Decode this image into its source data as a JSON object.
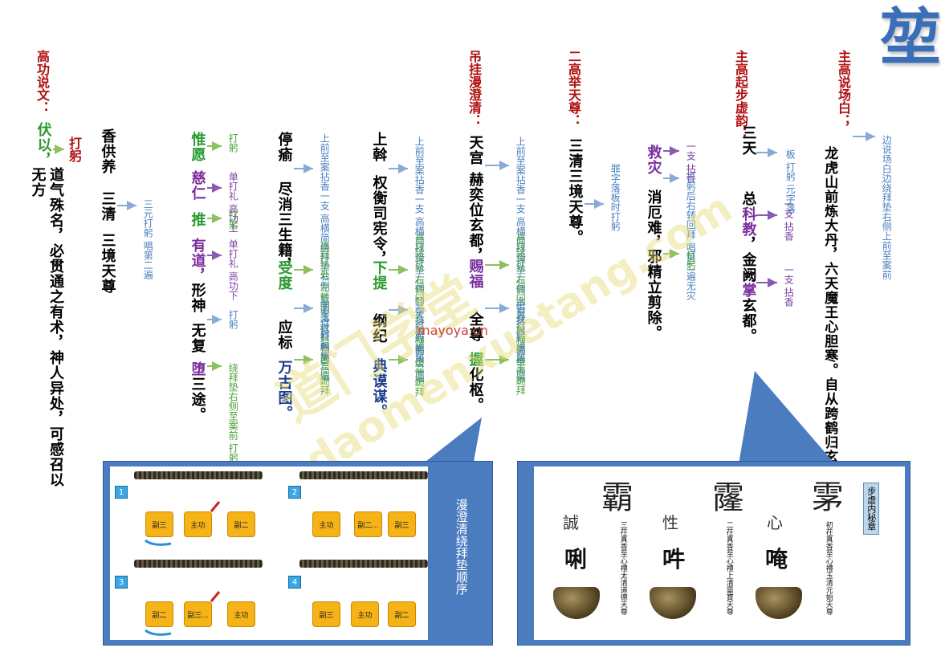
{
  "logo": {
    "char": "堃"
  },
  "col_main": {
    "title": "主高说场白；",
    "text": "龙虎山前炼大丹，六天魔王心胆寒。自从跨鹤归玄表，清风明月绕降坛。",
    "note": "边说场白边绕拜垫右侧上前至案前"
  },
  "col_buxu": {
    "title": "主高起步虚韵：",
    "l1a": "三天",
    "l1b": "一支 拈香",
    "l1c": "板 打躬 元字落",
    "l2a": "总科教，",
    "l2b": "一支 拈香",
    "l3": "金阙掌玄都。",
    "k_ke": "科",
    "k_jiao": "教",
    "k_zhang": "掌"
  },
  "col_gaoju": {
    "title": "二高举天尊：",
    "main": "三清三境天尊。",
    "note": "罪字落板时打躬",
    "l1": "救灾",
    "l2": "消厄难，",
    "l3": "邪精立剪除。",
    "n1": "一支 拈香",
    "n2": "打躬后右转回拜 唱第二遍无灾",
    "n3": "打躬"
  },
  "col_diaogua": {
    "title": "吊挂漫澄清：",
    "l1": "天宫",
    "l2": "赫奕位玄都，",
    "l3": "赐福",
    "l4": "全尊",
    "l5": "握化枢。",
    "n1": "上前至案拈香一支 高横简绕拜垫右侧 水宫落板打躬毕上",
    "n2": "高拜垫处 左转回三 打躬横简",
    "n3": "供养打躬 唱第二遍",
    "n4": "绕简跪拜"
  },
  "col_shangqian": {
    "l1": "上斡",
    "l2": "权衡司宪令，",
    "l3": "下提",
    "l4": "纲纪",
    "l5": "典谟谋。",
    "n1": "上前至案拈香一支 高横简绕拜垫右侧 斡字落板打躬毕二",
    "n2": "高拜垫处 左转回三 打躬横简",
    "n3": "九气打躬 唱第二遍",
    "n4": "绕简跪拜"
  },
  "col_tingyi": {
    "l1": "停瘉",
    "l2": "尽消三生籍，",
    "l3": "受度",
    "l4": "应标",
    "l5": "万古图。",
    "n1": "上前至案拈香一支 高横简绕拜垫右侧 愈字落板打躬毕三",
    "n2": "高拜垫处 左转回三 打躬横简",
    "n3": "字字打躬 唱第二遍",
    "n4": "绕简跪拜"
  },
  "col_weidu": {
    "l1": "惟愿",
    "l2": "慈仁",
    "l3": "推",
    "l4": "有道，",
    "l5": "形神",
    "l6": "无复",
    "l7": "堕三途。",
    "n1": "打躬",
    "n2": "单打礼 高功上",
    "n3": "打躬",
    "n4": "单打礼 高功下",
    "n5": "打躬",
    "n6": "绕拜垫右侧至案前 打躬后主高横简"
  },
  "col_xiang": {
    "l1": "香供养",
    "l2": "三清",
    "l3": "三境天尊",
    "n1": "三元打躬 唱第二遍"
  },
  "col_first": {
    "title": "高功说文：",
    "l1a": "伏以，",
    "l1b": "打躬",
    "body": "道气殊名，必贯通之有术，神人异处，可感召以无方"
  },
  "watermark": {
    "line1": "道门学堂",
    "line2": "www.daomenxuetang.com",
    "line3": "mayoya.cn"
  },
  "callout_left": {
    "caption": "漫澄清绕拜垫顺序",
    "panels": [
      {
        "n": "1",
        "b": [
          "副三",
          "主功",
          "副二"
        ]
      },
      {
        "n": "2",
        "b": [
          "主功",
          "副二...",
          "副三"
        ]
      },
      {
        "n": "3",
        "b": [
          "副二",
          "副三...",
          "主功"
        ]
      },
      {
        "n": "4",
        "b": [
          "副三",
          "主功",
          "副二"
        ]
      }
    ]
  },
  "callout_right": {
    "caption": "步虚内秘章",
    "seals": [
      "霸",
      "霳",
      "雺"
    ],
    "labels": [
      "誠",
      "性",
      "心"
    ],
    "mantras": [
      "唎",
      "吽",
      "唵"
    ],
    "texts": [
      "三茌真香至心禮太清道德天尊",
      "二茌真香至心禮上清靈寶天尊",
      "初茌真香至心禮玉清元始天尊"
    ]
  }
}
